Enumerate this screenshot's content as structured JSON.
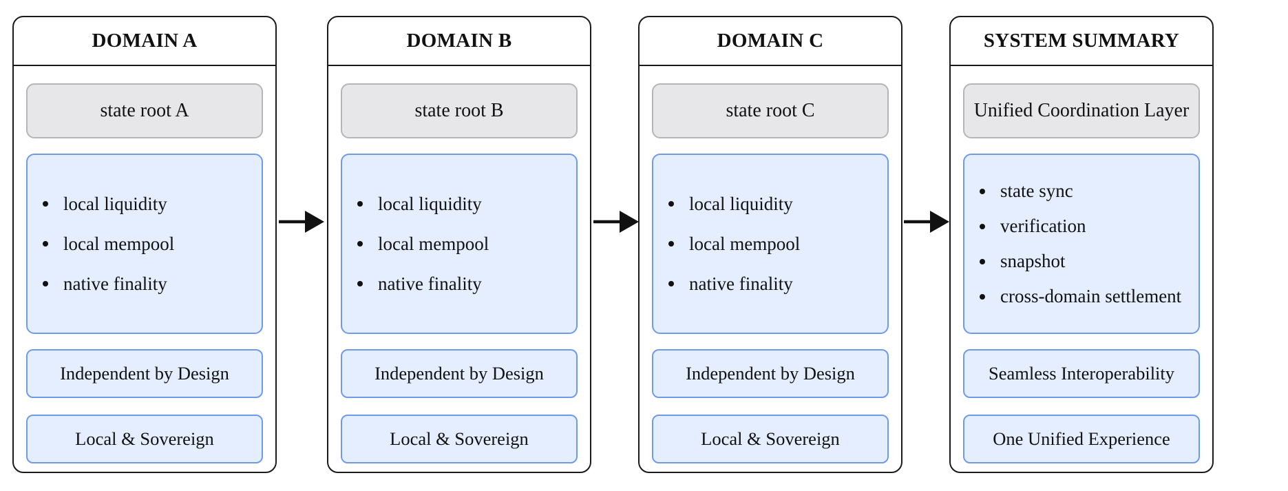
{
  "panels": [
    {
      "title": "DOMAIN A",
      "root": "state root A",
      "items": [
        "local liquidity",
        "local mempool",
        "native finality"
      ],
      "tags": [
        "Independent by Design",
        "Local & Sovereign"
      ]
    },
    {
      "title": "DOMAIN B",
      "root": "state root B",
      "items": [
        "local liquidity",
        "local mempool",
        "native finality"
      ],
      "tags": [
        "Independent by Design",
        "Local & Sovereign"
      ]
    },
    {
      "title": "DOMAIN C",
      "root": "state root C",
      "items": [
        "local liquidity",
        "local mempool",
        "native finality"
      ],
      "tags": [
        "Independent by Design",
        "Local & Sovereign"
      ]
    },
    {
      "title": "SYSTEM SUMMARY",
      "root": "Unified Coordination Layer",
      "items": [
        "state sync",
        "verification",
        "snapshot",
        "cross-domain settlement"
      ],
      "tags": [
        "Seamless Interoperability",
        "One Unified Experience"
      ]
    }
  ],
  "colors": {
    "root_fill": "#e7e7e9",
    "root_border": "#b5b5b8",
    "list_fill": "#e5eeff",
    "list_border": "#6f9ae8",
    "outline": "#1a1a1a"
  },
  "icons": {
    "connector": "arrow-right-icon",
    "bullet": "bullet-icon"
  }
}
